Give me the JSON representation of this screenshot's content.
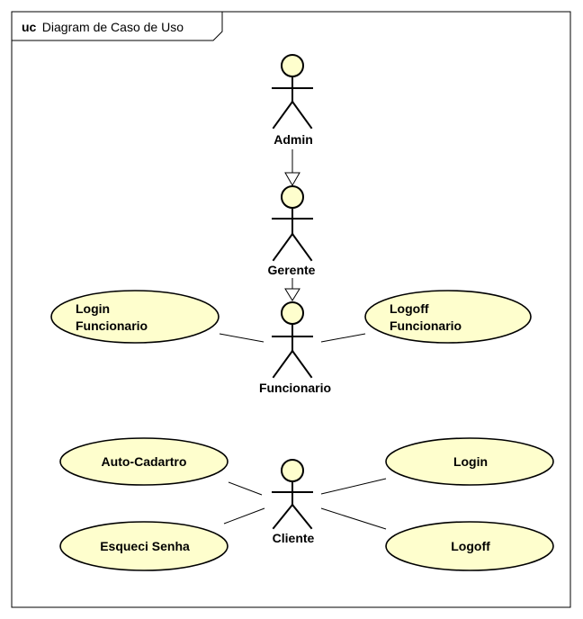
{
  "frame": {
    "kind": "uc",
    "name": "Diagram de Caso de Uso"
  },
  "actors": {
    "admin": "Admin",
    "gerente": "Gerente",
    "funcionario": "Funcionario",
    "cliente": "Cliente"
  },
  "use_cases": {
    "login_funcionario": [
      "Login",
      "Funcionario"
    ],
    "logoff_funcionario": [
      "Logoff",
      "Funcionario"
    ],
    "auto_cadastro": "Auto-Cadartro",
    "esqueci_senha": "Esqueci Senha",
    "login": "Login",
    "logoff": "Logoff"
  },
  "relationships": {
    "generalizations": [
      {
        "from": "Admin",
        "to": "Gerente"
      },
      {
        "from": "Gerente",
        "to": "Funcionario"
      }
    ],
    "associations": [
      {
        "actor": "Funcionario",
        "use_case": "Login Funcionario"
      },
      {
        "actor": "Funcionario",
        "use_case": "Logoff Funcionario"
      },
      {
        "actor": "Cliente",
        "use_case": "Auto-Cadartro"
      },
      {
        "actor": "Cliente",
        "use_case": "Esqueci Senha"
      },
      {
        "actor": "Cliente",
        "use_case": "Login"
      },
      {
        "actor": "Cliente",
        "use_case": "Logoff"
      }
    ]
  },
  "colors": {
    "fill": "#fefecd",
    "stroke": "#000000",
    "background": "#ffffff"
  }
}
